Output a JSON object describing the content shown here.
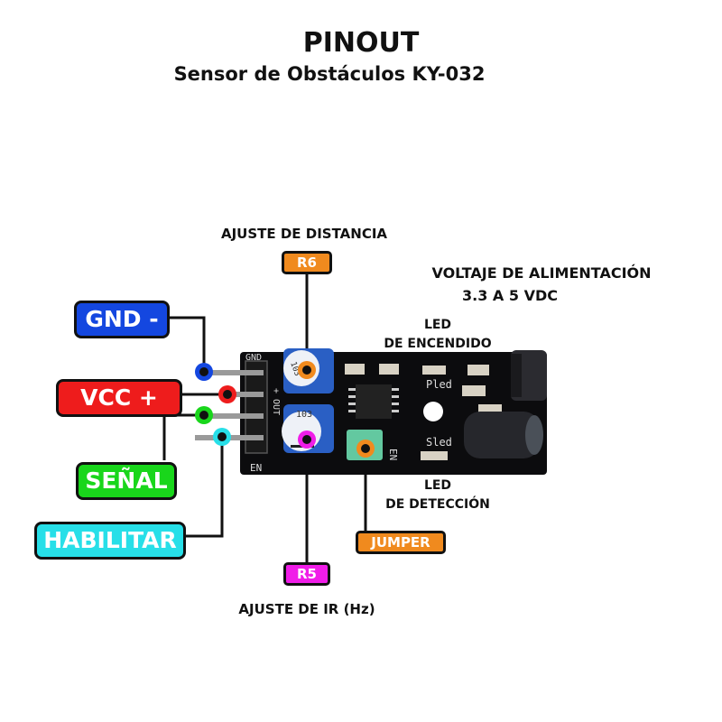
{
  "header": {
    "title": "PINOUT",
    "subtitle": "Sensor de Obstáculos KY-032"
  },
  "pins": [
    {
      "label": "GND -",
      "color": "#1447e0"
    },
    {
      "label": "VCC +",
      "color": "#ee1c1c"
    },
    {
      "label": "SEÑAL",
      "color": "#19d61b"
    },
    {
      "label": "HABILITAR",
      "color": "#27dfe8"
    }
  ],
  "components": {
    "r6": {
      "tag": "R6",
      "caption": "AJUSTE DE DISTANCIA",
      "color": "#f08a1e"
    },
    "r5": {
      "tag": "R5",
      "caption": "AJUSTE DE IR (Hz)",
      "color": "#f01de8"
    },
    "jumper": {
      "tag": "JUMPER",
      "color": "#f08a1e"
    },
    "power": {
      "line1": "VOLTAJE DE ALIMENTACIÓN",
      "line2": "3.3 A 5 VDC"
    },
    "led_power": {
      "line1": "LED",
      "line2": "DE ENCENDIDO"
    },
    "led_detect": {
      "line1": "LED",
      "line2": "DE DETECCIÓN"
    }
  },
  "board": {
    "silk_gnd": "GND",
    "silk_out": "+ OUT",
    "silk_en": "EN",
    "silk_pled": "Pled",
    "silk_sled": "Sled",
    "silk_jumper": "EN",
    "pot_r6_code": "103",
    "pot_r5_code": "103"
  }
}
